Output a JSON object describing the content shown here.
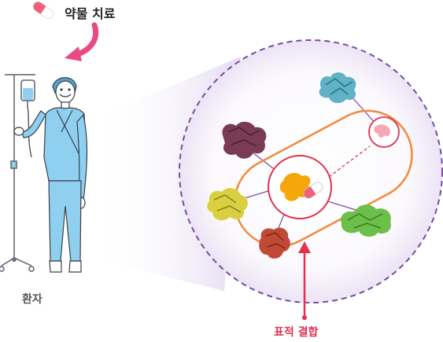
{
  "title": {
    "text": "약물 치료",
    "icon": "pill-capsule-icon"
  },
  "patient_label": "환자",
  "binding_label": "표적 결합",
  "colors": {
    "pill_red": "#f0627a",
    "arrow_pink": "#e94a86",
    "dashed_circle": "#7a4c9c",
    "cell_orange": "#f08a3c",
    "binding_red": "#e0324f",
    "drug_yellow": "#f5a60a",
    "gown_blue": "#8fd0f0"
  },
  "proteins": [
    {
      "name": "teal-protein",
      "color": "#5fb3c4"
    },
    {
      "name": "purple-protein",
      "color": "#7a3b55"
    },
    {
      "name": "yellow-protein",
      "color": "#d8d040"
    },
    {
      "name": "red-protein",
      "color": "#c04a35"
    },
    {
      "name": "green-protein",
      "color": "#6cc04a"
    }
  ]
}
